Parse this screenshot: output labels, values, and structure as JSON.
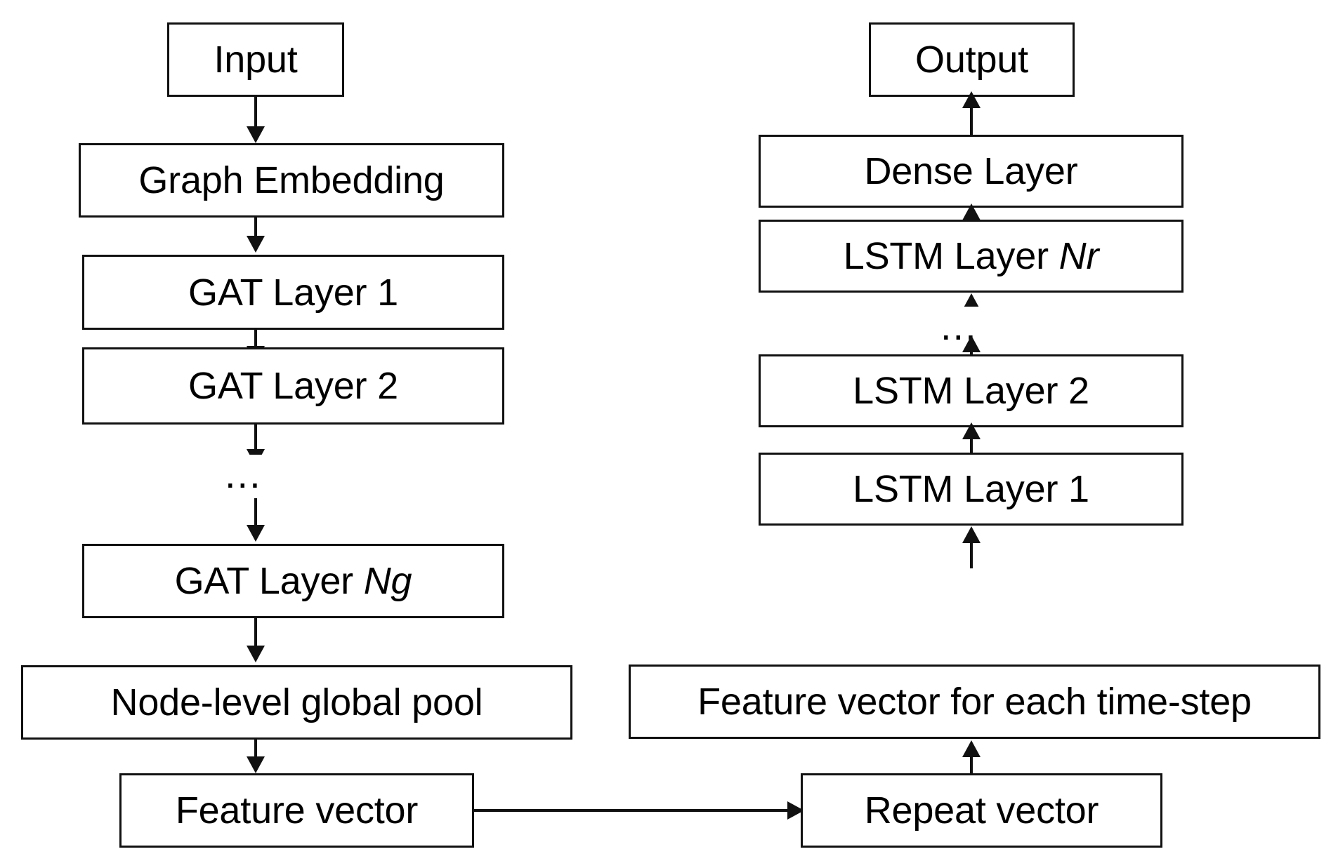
{
  "diagram": {
    "title": "GAT-LSTM encoder-decoder architecture block diagram",
    "stroke_color": "#111111",
    "background_color": "#ffffff",
    "branches": {
      "left": {
        "name": "graph-encoder-branch",
        "nodes": [
          {
            "id": "input",
            "label": "Input"
          },
          {
            "id": "graph-embedding",
            "label": "Graph Embedding"
          },
          {
            "id": "gat-layer-1",
            "label": "GAT Layer 1"
          },
          {
            "id": "gat-layer-2",
            "label": "GAT Layer 2"
          },
          {
            "id": "gat-ellipsis",
            "label": "..."
          },
          {
            "id": "gat-layer-ng",
            "label_prefix": "GAT Layer ",
            "label_italic": "Ng"
          },
          {
            "id": "node-level-global-pool",
            "label": "Node-level global pool"
          },
          {
            "id": "feature-vector",
            "label": "Feature vector"
          }
        ]
      },
      "right": {
        "name": "lstm-decoder-branch",
        "nodes": [
          {
            "id": "output",
            "label": "Output"
          },
          {
            "id": "dense-layer",
            "label": "Dense Layer"
          },
          {
            "id": "lstm-layer-nr",
            "label_prefix": "LSTM Layer ",
            "label_italic": "Nr"
          },
          {
            "id": "lstm-ellipsis",
            "label": "..."
          },
          {
            "id": "lstm-layer-2",
            "label": "LSTM Layer 2"
          },
          {
            "id": "lstm-layer-1",
            "label": "LSTM Layer 1"
          },
          {
            "id": "feature-vector-each-timestep",
            "label": "Feature vector for each time-step"
          },
          {
            "id": "repeat-vector",
            "label": "Repeat vector"
          }
        ]
      }
    },
    "connections": [
      {
        "from": "input",
        "to": "graph-embedding",
        "direction": "down"
      },
      {
        "from": "graph-embedding",
        "to": "gat-layer-1",
        "direction": "down"
      },
      {
        "from": "gat-layer-1",
        "to": "gat-layer-2",
        "direction": "down"
      },
      {
        "from": "gat-layer-2",
        "to": "gat-ellipsis",
        "direction": "down"
      },
      {
        "from": "gat-ellipsis",
        "to": "gat-layer-ng",
        "direction": "down"
      },
      {
        "from": "gat-layer-ng",
        "to": "node-level-global-pool",
        "direction": "down"
      },
      {
        "from": "node-level-global-pool",
        "to": "feature-vector",
        "direction": "down"
      },
      {
        "from": "feature-vector",
        "to": "repeat-vector",
        "direction": "right"
      },
      {
        "from": "repeat-vector",
        "to": "feature-vector-each-timestep",
        "direction": "up"
      },
      {
        "from": "feature-vector-each-timestep",
        "to": "lstm-layer-1",
        "direction": "up"
      },
      {
        "from": "lstm-layer-1",
        "to": "lstm-layer-2",
        "direction": "up"
      },
      {
        "from": "lstm-layer-2",
        "to": "lstm-ellipsis",
        "direction": "up"
      },
      {
        "from": "lstm-ellipsis",
        "to": "lstm-layer-nr",
        "direction": "up"
      },
      {
        "from": "lstm-layer-nr",
        "to": "dense-layer",
        "direction": "up"
      },
      {
        "from": "dense-layer",
        "to": "output",
        "direction": "up"
      }
    ]
  }
}
